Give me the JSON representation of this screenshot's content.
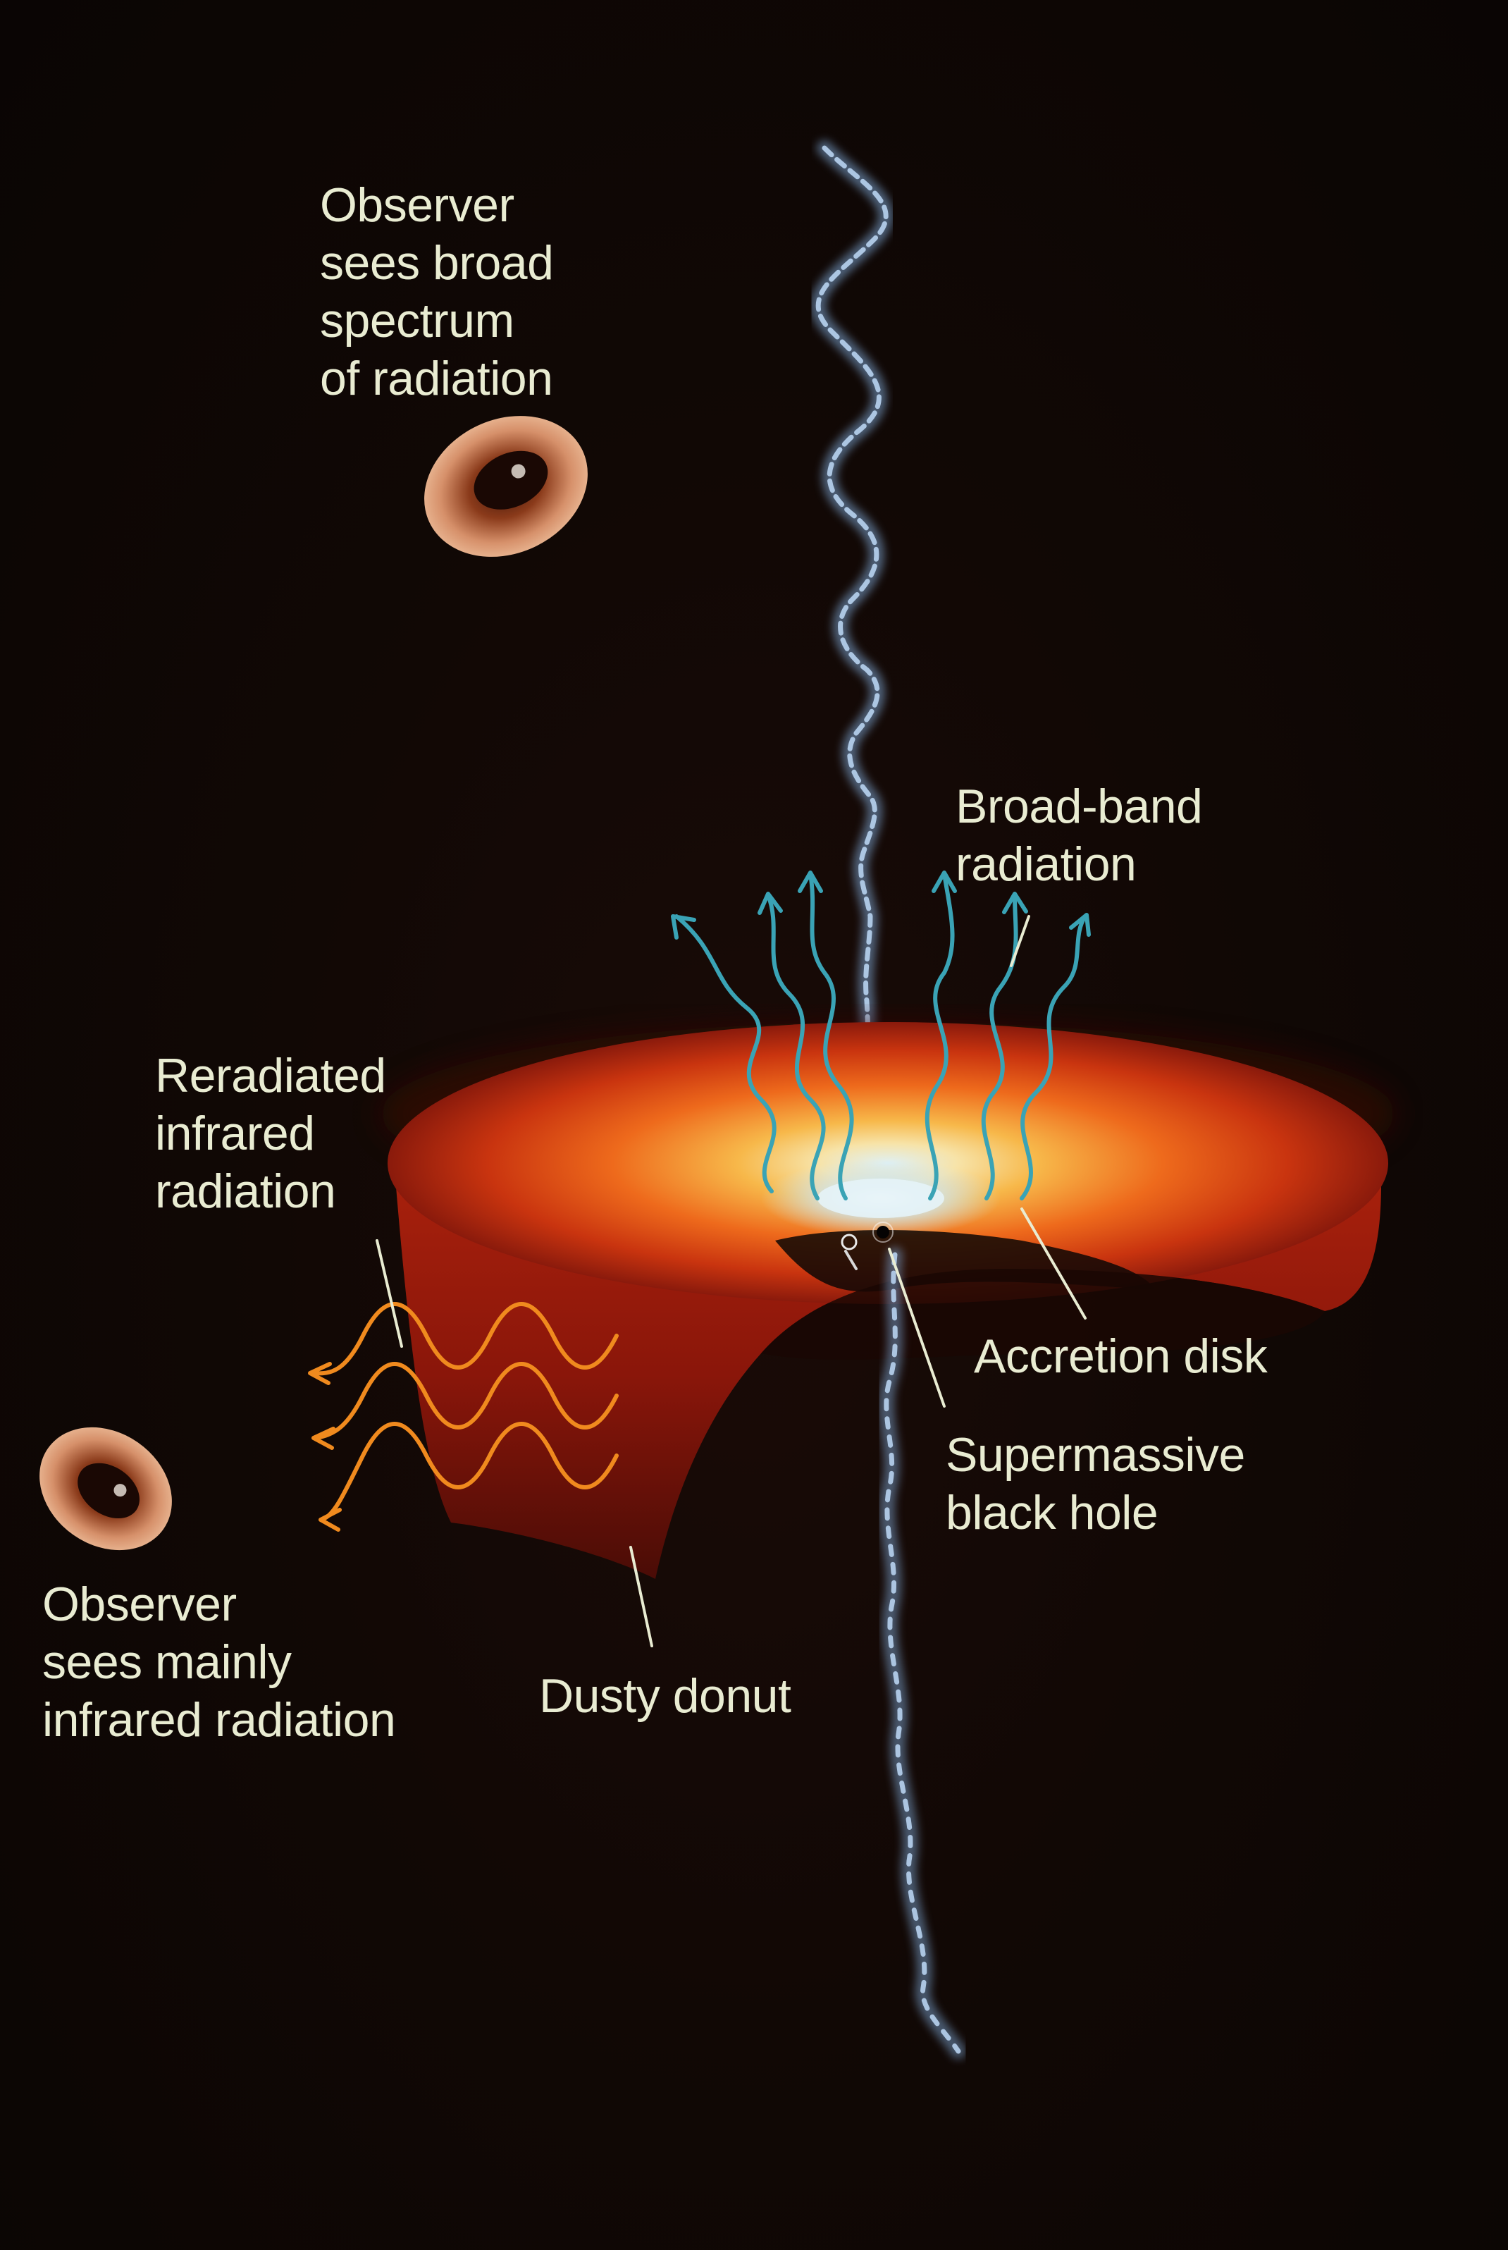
{
  "labels": {
    "observer_top": [
      "Observer",
      "sees broad",
      "spectrum",
      "of radiation"
    ],
    "broad_band": [
      "Broad-band",
      "radiation"
    ],
    "reradiated": [
      "Reradiated",
      "infrared",
      "radiation"
    ],
    "accretion_disk": [
      "Accretion disk"
    ],
    "black_hole": [
      "Supermassive",
      "black hole"
    ],
    "observer_bottom": [
      "Observer",
      "sees mainly",
      "infrared radiation"
    ],
    "dusty_donut": [
      "Dusty donut"
    ]
  },
  "colors": {
    "background": "#0d0705",
    "label_text": "#e9ecd2",
    "broadband_waves": "#3aa3b5",
    "infrared_waves": "#f08a1e",
    "jet": "#7fa8d6",
    "torus_outer": "#8a1a0c",
    "torus_inner": "#f7b84a",
    "accretion_disk": "#cfe6f0"
  }
}
